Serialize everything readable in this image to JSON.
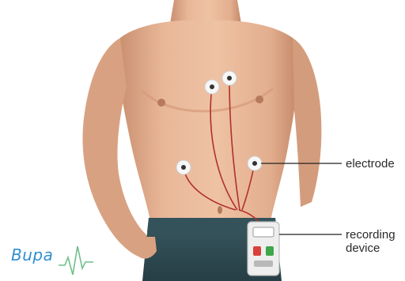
{
  "labels": {
    "electrode": "electrode",
    "recording_line1": "recording",
    "recording_line2": "device"
  },
  "brand": {
    "name": "Bupa",
    "color": "#2f8fd0"
  },
  "colors": {
    "skin": "#e7b496",
    "skin_shadow": "#c98f6f",
    "lead_wire": "#b1302f",
    "jeans": "#2f4a52",
    "device_body": "#eeeeee",
    "device_button_red": "#d8413a",
    "device_button_green": "#3fa64a"
  }
}
